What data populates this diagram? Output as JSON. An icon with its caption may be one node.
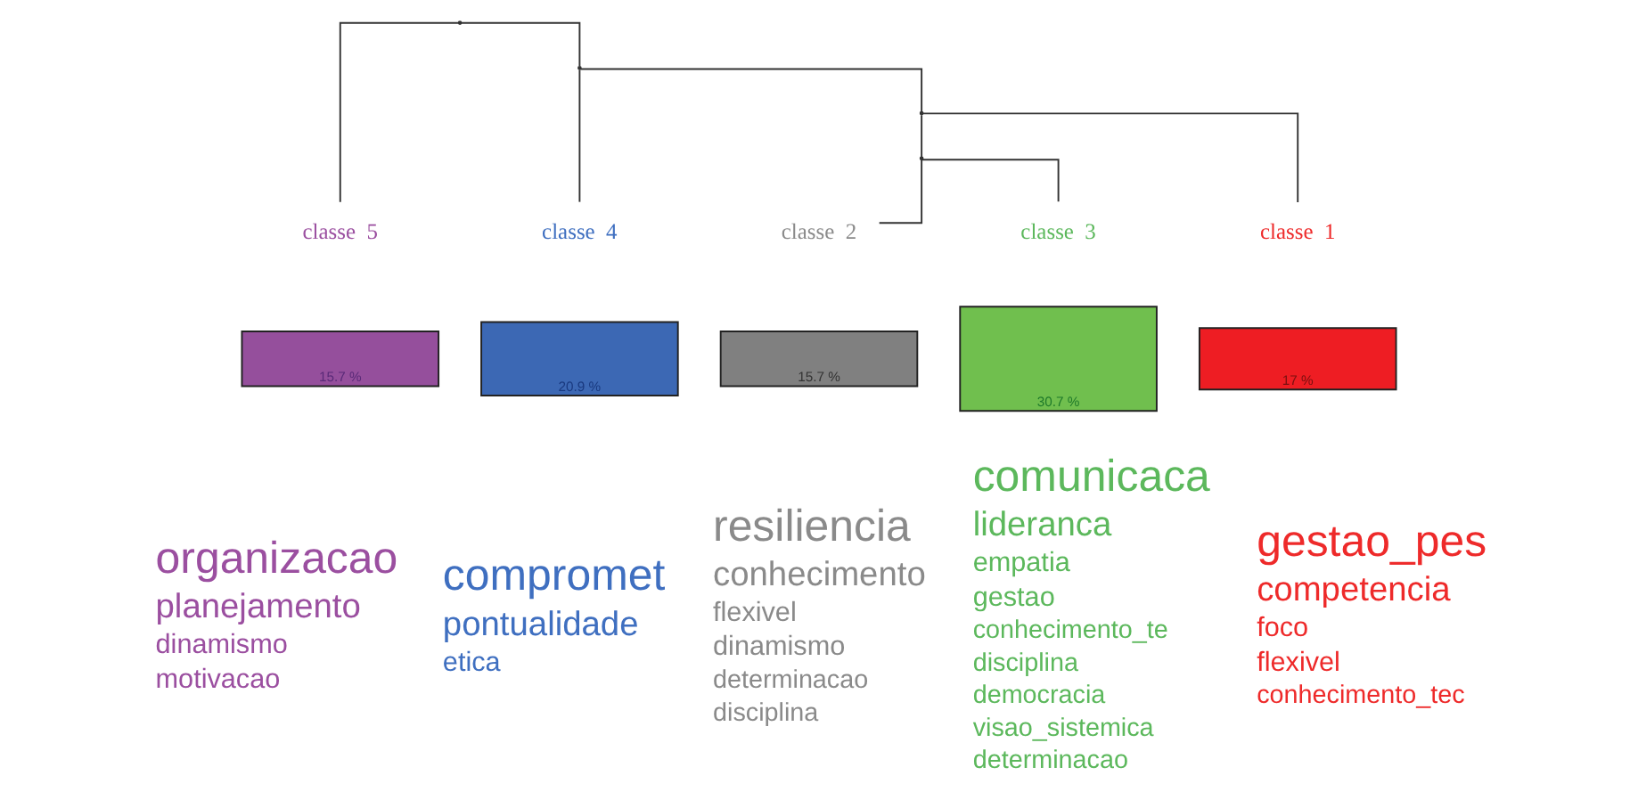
{
  "diagram": {
    "nodes": [
      {
        "text": [],
        "shape": "point"
      },
      {
        "text": [],
        "shape": "point"
      },
      {
        "text": [],
        "shape": "point"
      },
      {
        "text": [],
        "shape": "point"
      },
      {
        "text": [
          "classe  5"
        ]
      },
      {
        "text": [
          "classe  4"
        ]
      },
      {
        "text": [
          "classe  2"
        ]
      },
      {
        "text": [
          "classe  3"
        ]
      },
      {
        "text": [
          "classe  1"
        ]
      },
      {
        "text": [
          "15.7 %"
        ],
        "beside": [
          "organizacao",
          "planejamento",
          "dinamismo",
          "motivacao"
        ]
      },
      {
        "text": [
          "20.9 %"
        ],
        "beside": [
          "compromet",
          "pontualidade",
          "etica"
        ]
      },
      {
        "text": [
          "15.7 %"
        ],
        "beside": [
          "resiliencia",
          "conhecimento",
          "flexivel",
          "dinamismo",
          "determinacao",
          "disciplina"
        ]
      },
      {
        "text": [
          "30.7 %"
        ],
        "beside": [
          "comunicaca",
          "lideranca",
          "empatia",
          "gestao",
          "conhecimento_te",
          "disciplina",
          "democracia",
          "visao_sistemica",
          "determinacao"
        ]
      },
      {
        "text": [
          "17 %"
        ],
        "beside": [
          "gestao_pes",
          "competencia",
          "foco",
          "flexivel",
          "conhecimento_tec"
        ]
      }
    ],
    "edges": [
      {
        "from": 0,
        "to": 4,
        "arrow": "none"
      },
      {
        "from": 0,
        "to": 1,
        "arrow": "none"
      },
      {
        "from": 1,
        "to": 5,
        "arrow": "none"
      },
      {
        "from": 1,
        "to": 2,
        "arrow": "none"
      },
      {
        "from": 2,
        "to": 3,
        "arrow": "none"
      },
      {
        "from": 2,
        "to": 8,
        "arrow": "none"
      },
      {
        "from": 3,
        "to": 6,
        "arrow": "none"
      },
      {
        "from": 3,
        "to": 7,
        "arrow": "none"
      }
    ]
  }
}
